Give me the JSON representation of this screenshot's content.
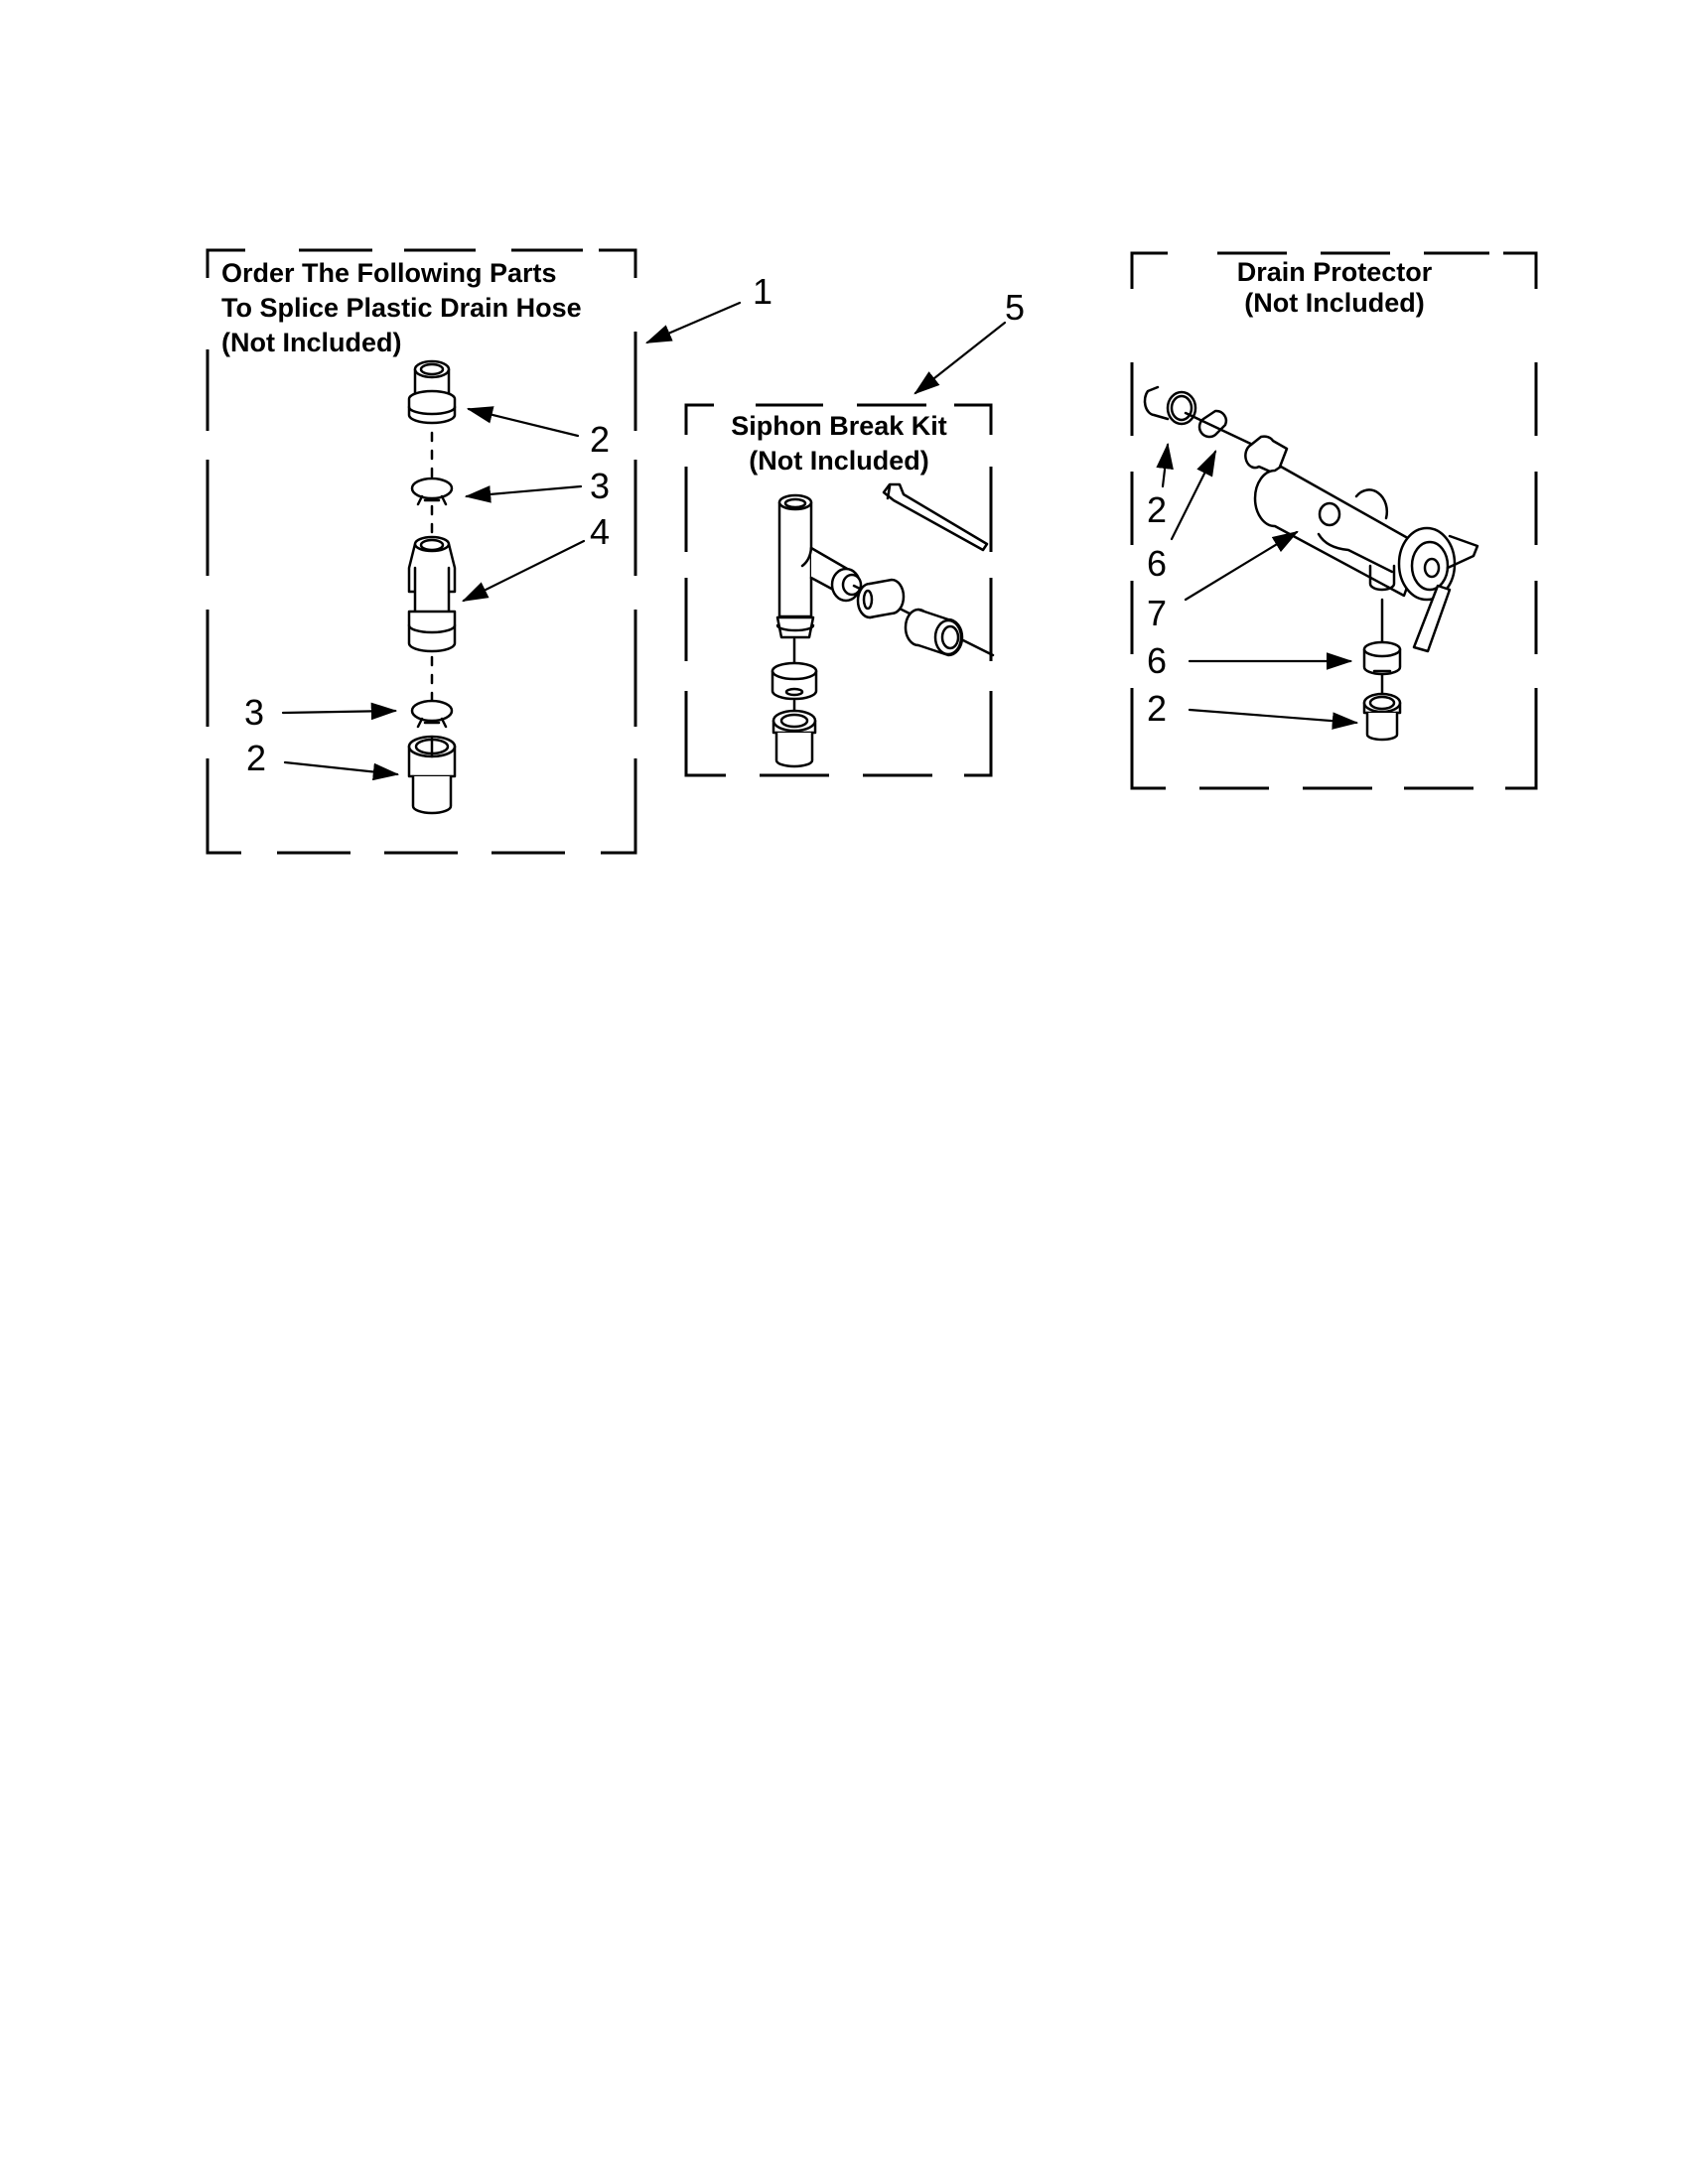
{
  "diagram": {
    "groups": [
      {
        "id": "splice-kit",
        "title_lines": [
          "Order The Following Parts",
          "To Splice Plastic Drain Hose",
          "(Not Included)"
        ],
        "callout": "1",
        "part_labels": [
          "2",
          "3",
          "4",
          "3",
          "2"
        ]
      },
      {
        "id": "siphon-break-kit",
        "title_lines": [
          "Siphon Break Kit",
          "(Not Included)"
        ],
        "callout": "5",
        "part_labels": []
      },
      {
        "id": "drain-protector",
        "title_lines": [
          "Drain Protector",
          "(Not Included)"
        ],
        "callout": null,
        "part_labels": [
          "2",
          "6",
          "7",
          "6",
          "2"
        ]
      }
    ],
    "line_color": "#000000",
    "background": "#ffffff"
  }
}
